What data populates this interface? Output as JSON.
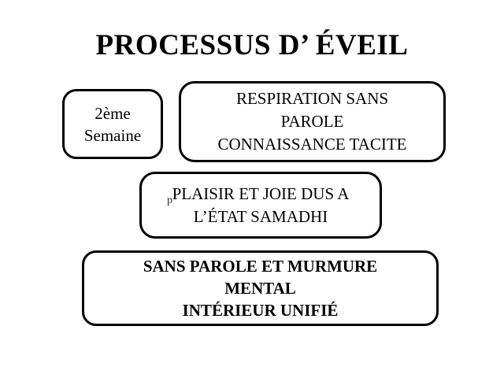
{
  "slide": {
    "title": "PROCESSUS D’ ÉVEIL",
    "background_color": "#ffffff",
    "text_color": "#000000",
    "border_color": "#000000",
    "boxes": [
      {
        "id": "week",
        "text": "2ème\nSemaine",
        "bold": false
      },
      {
        "id": "respiration",
        "text": "RESPIRATION SANS\nPAROLE\nCONNAISSANCE TACITE",
        "bold": false
      },
      {
        "id": "plaisir",
        "text": "PLAISIR ET JOIE DUS A\nL’ÉTAT  SAMADHI",
        "bold": false
      },
      {
        "id": "murmure",
        "text": "SANS PAROLE ET MURMURE\nMENTAL\nINTÉRIEUR UNIFIÉ",
        "bold": true
      }
    ],
    "artifact_glyph": "p"
  }
}
